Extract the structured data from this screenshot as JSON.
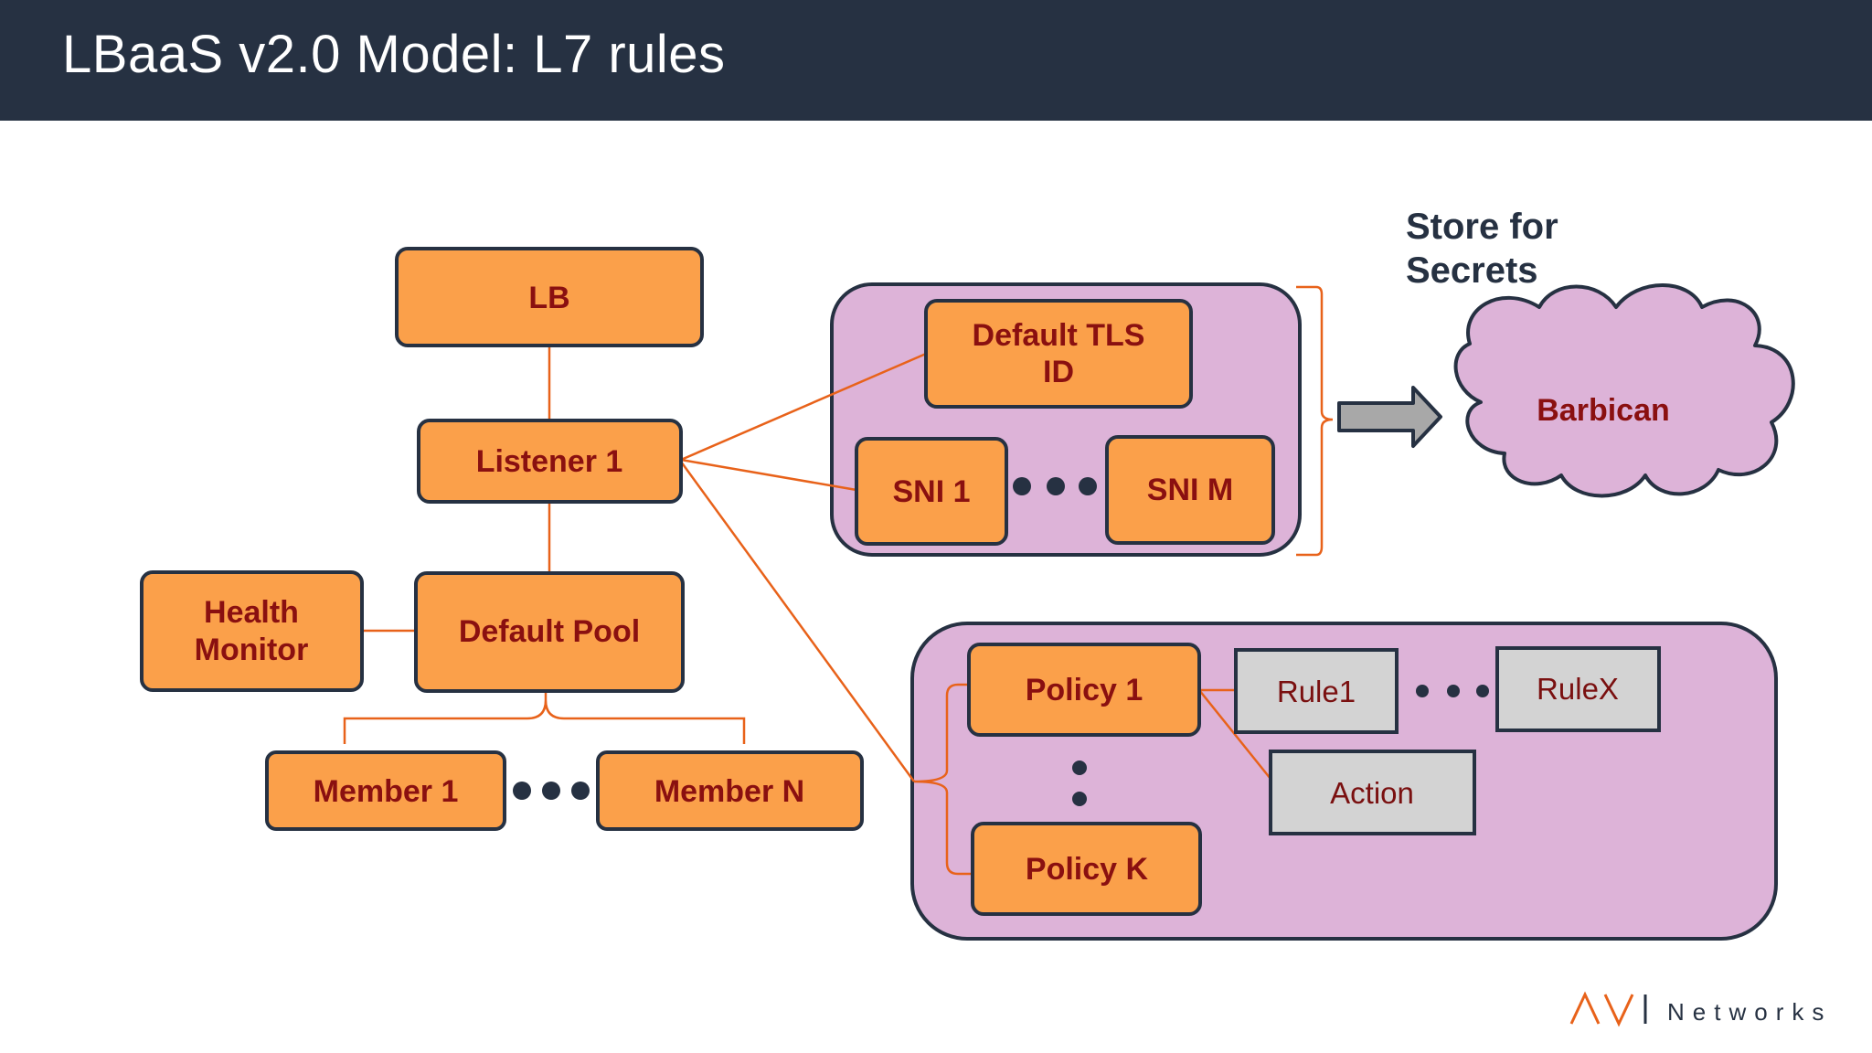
{
  "header": {
    "title": "LBaaS v2.0 Model: L7 rules"
  },
  "nodes": {
    "lb": "LB",
    "listener": "Listener 1",
    "default_pool": "Default Pool",
    "health_monitor": [
      "Health",
      "Monitor"
    ],
    "member_1": "Member 1",
    "member_n": "Member N",
    "default_tls": [
      "Default TLS",
      "ID"
    ],
    "sni_1": "SNI 1",
    "sni_m": "SNI M",
    "policy_1": "Policy 1",
    "policy_k": "Policy K",
    "rule_1": "Rule1",
    "rule_x": "RuleX",
    "action": "Action"
  },
  "store_label": [
    "Store for",
    "Secrets"
  ],
  "barbican": "Barbican",
  "logo": {
    "word": "Networks",
    "mark": "AVI"
  },
  "colors": {
    "header_bg": "#263142",
    "box_fill": "#FBA04A",
    "box_text": "#8A1010",
    "group_fill": "#DDB3D8",
    "connector": "#E8621A",
    "gray_box": "#D3D3D3",
    "logo_accent": "#E8621A"
  }
}
